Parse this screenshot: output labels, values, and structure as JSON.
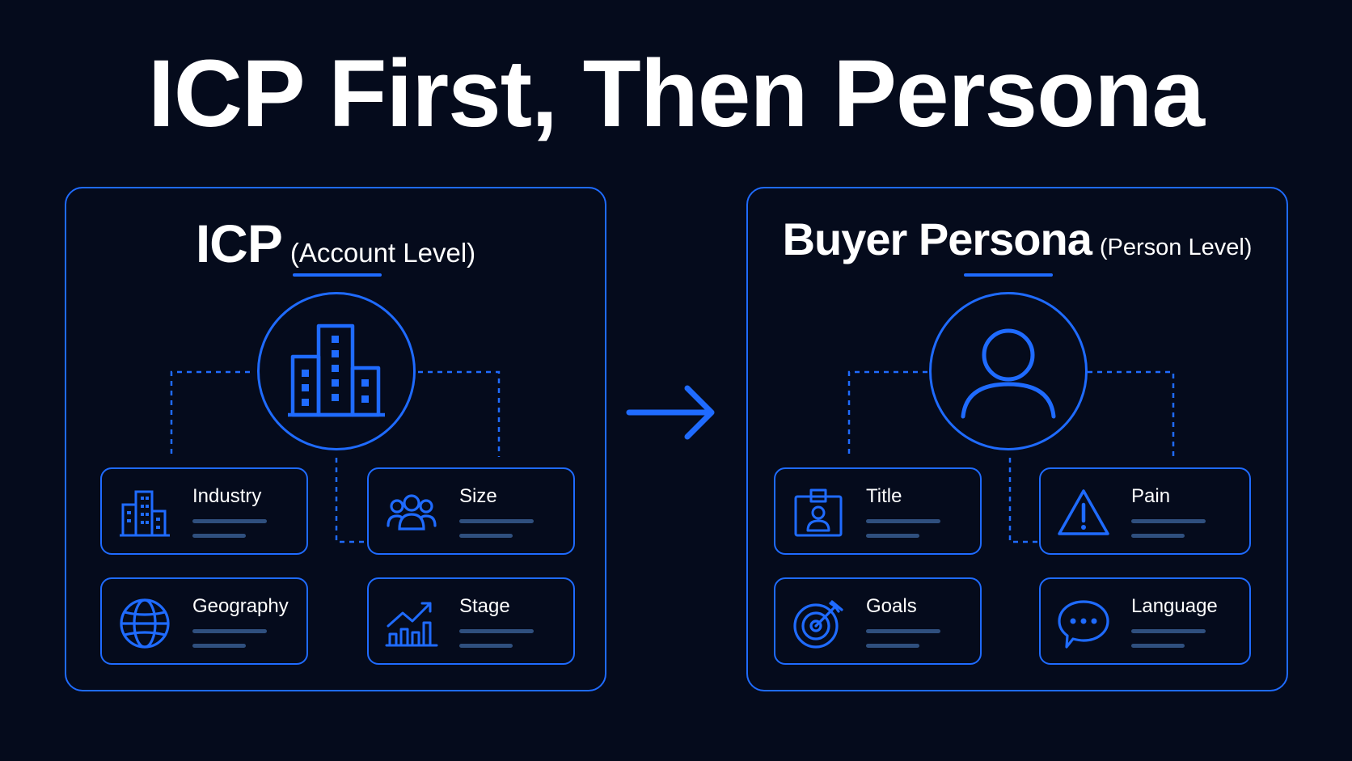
{
  "title": "ICP First, Then Persona",
  "accent_color": "#1f6bff",
  "background_color": "#050b1c",
  "icp_panel": {
    "heading": "ICP",
    "subheading": "(Account Level)",
    "hub_icon": "building-icon",
    "cards": [
      {
        "label": "Industry",
        "icon": "buildings-icon"
      },
      {
        "label": "Size",
        "icon": "people-group-icon"
      },
      {
        "label": "Geography",
        "icon": "globe-icon"
      },
      {
        "label": "Stage",
        "icon": "growth-chart-icon"
      }
    ]
  },
  "persona_panel": {
    "heading": "Buyer Persona",
    "subheading": "(Person Level)",
    "hub_icon": "user-icon",
    "cards": [
      {
        "label": "Title",
        "icon": "id-badge-icon"
      },
      {
        "label": "Pain",
        "icon": "warning-icon"
      },
      {
        "label": "Goals",
        "icon": "target-icon"
      },
      {
        "label": "Language",
        "icon": "chat-bubble-icon"
      }
    ]
  },
  "flow_arrow_icon": "arrow-right-icon"
}
